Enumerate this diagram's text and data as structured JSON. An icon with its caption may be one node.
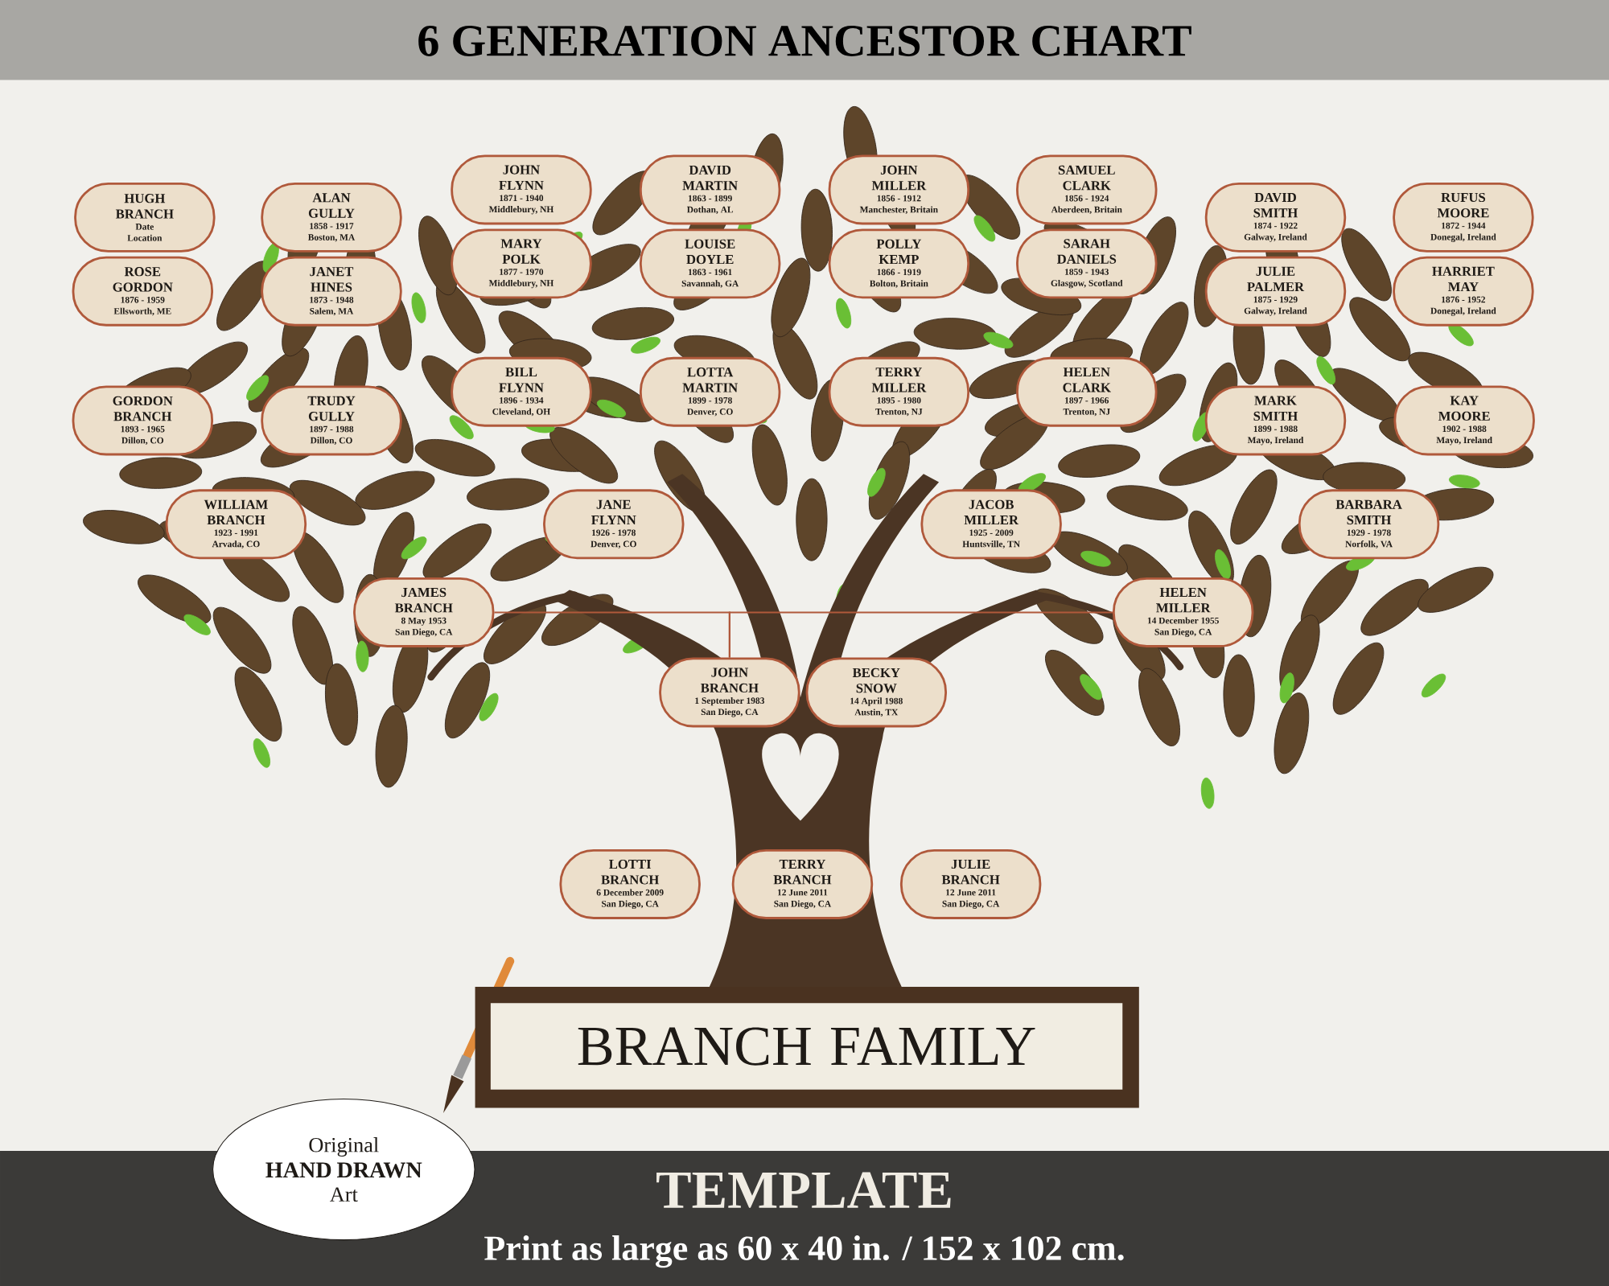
{
  "diagram": {
    "title": "6 GENERATION ANCESTOR CHART",
    "nodes": [
      {
        "text": [
          "JOHN FLYNN",
          "1871 - 1940",
          "Middlebury, NH"
        ]
      },
      {
        "text": [
          "DAVID MARTIN",
          "1863 - 1899",
          "Dothan, AL"
        ]
      },
      {
        "text": [
          "JOHN MILLER",
          "1856 - 1912",
          "Manchester, Britain"
        ]
      },
      {
        "text": [
          "SAMUEL CLARK",
          "1856 - 1924",
          "Aberdeen, Britain"
        ]
      },
      {
        "text": [
          "HUGH BRANCH",
          "Date",
          "Location"
        ]
      },
      {
        "text": [
          "ALAN GULLY",
          "1858 - 1917",
          "Boston, MA"
        ]
      },
      {
        "text": [
          "DAVID SMITH",
          "1874 - 1922",
          "Galway, Ireland"
        ]
      },
      {
        "text": [
          "RUFUS MOORE",
          "1872 - 1944",
          "Donegal, Ireland"
        ]
      },
      {
        "text": [
          "MARY POLK",
          "1877 - 1970",
          "Middlebury, NH"
        ]
      },
      {
        "text": [
          "LOUISE DOYLE",
          "1863 - 1961",
          "Savannah, GA"
        ]
      },
      {
        "text": [
          "POLLY KEMP",
          "1866 - 1919",
          "Bolton, Britain"
        ]
      },
      {
        "text": [
          "SARAH DANIELS",
          "1859 - 1943",
          "Glasgow, Scotland"
        ]
      },
      {
        "text": [
          "ROSE GORDON",
          "1876 - 1959",
          "Ellsworth, ME"
        ]
      },
      {
        "text": [
          "JANET HINES",
          "1873 - 1948",
          "Salem, MA"
        ]
      },
      {
        "text": [
          "JULIE PALMER",
          "1875 - 1929",
          "Galway, Ireland"
        ]
      },
      {
        "text": [
          "HARRIET MAY",
          "1876 - 1952",
          "Donegal, Ireland"
        ]
      },
      {
        "text": [
          "BILL FLYNN",
          "1896 - 1934",
          "Cleveland, OH"
        ]
      },
      {
        "text": [
          "LOTTA MARTIN",
          "1899 - 1978",
          "Denver, CO"
        ]
      },
      {
        "text": [
          "TERRY MILLER",
          "1895 - 1980",
          "Trenton, NJ"
        ]
      },
      {
        "text": [
          "HELEN CLARK",
          "1897 - 1966",
          "Trenton, NJ"
        ]
      },
      {
        "text": [
          "GORDON BRANCH",
          "1893 - 1965",
          "Dillon, CO"
        ]
      },
      {
        "text": [
          "TRUDY GULLY",
          "1897 - 1988",
          "Dillon, CO"
        ]
      },
      {
        "text": [
          "MARK SMITH",
          "1899 - 1988",
          "Mayo, Ireland"
        ]
      },
      {
        "text": [
          "KAY MOORE",
          "1902 - 1988",
          "Mayo, Ireland"
        ]
      },
      {
        "text": [
          "WILLIAM BRANCH",
          "1923 - 1991",
          "Arvada, CO"
        ]
      },
      {
        "text": [
          "JANE FLYNN",
          "1926 - 1978",
          "Denver, CO"
        ]
      },
      {
        "text": [
          "JACOB MILLER",
          "1925 - 2009",
          "Huntsville, TN"
        ]
      },
      {
        "text": [
          "BARBARA SMITH",
          "1929 - 1978",
          "Norfolk, VA"
        ]
      },
      {
        "text": [
          "JAMES BRANCH",
          "8 May 1953",
          "San Diego, CA"
        ]
      },
      {
        "text": [
          "HELEN MILLER",
          "14 December 1955",
          "San Diego, CA"
        ]
      },
      {
        "text": [
          "JOHN BRANCH",
          "1 September 1983",
          "San Diego, CA"
        ]
      },
      {
        "text": [
          "BECKY SNOW",
          "14 April 1988",
          "Austin, TX"
        ]
      },
      {
        "text": [
          "LOTTI BRANCH",
          "6 December 2009",
          "San Diego, CA"
        ]
      },
      {
        "text": [
          "TERRY BRANCH",
          "12 June 2011",
          "San Diego, CA"
        ]
      },
      {
        "text": [
          "JULIE BRANCH",
          "12 June 2011",
          "San Diego, CA"
        ]
      },
      {
        "text": [
          "BRANCH FAMILY"
        ]
      },
      {
        "text": [
          "Original",
          "HAND DRAWN",
          "Art"
        ]
      }
    ],
    "edges": [
      {
        "from": 28,
        "to": 30,
        "arrow": "none"
      },
      {
        "from": 29,
        "to": 30,
        "arrow": "none"
      }
    ],
    "labels": [
      "TEMPLATE",
      "Print as large as 60 x 40 in. / 152 x 102 cm."
    ]
  }
}
